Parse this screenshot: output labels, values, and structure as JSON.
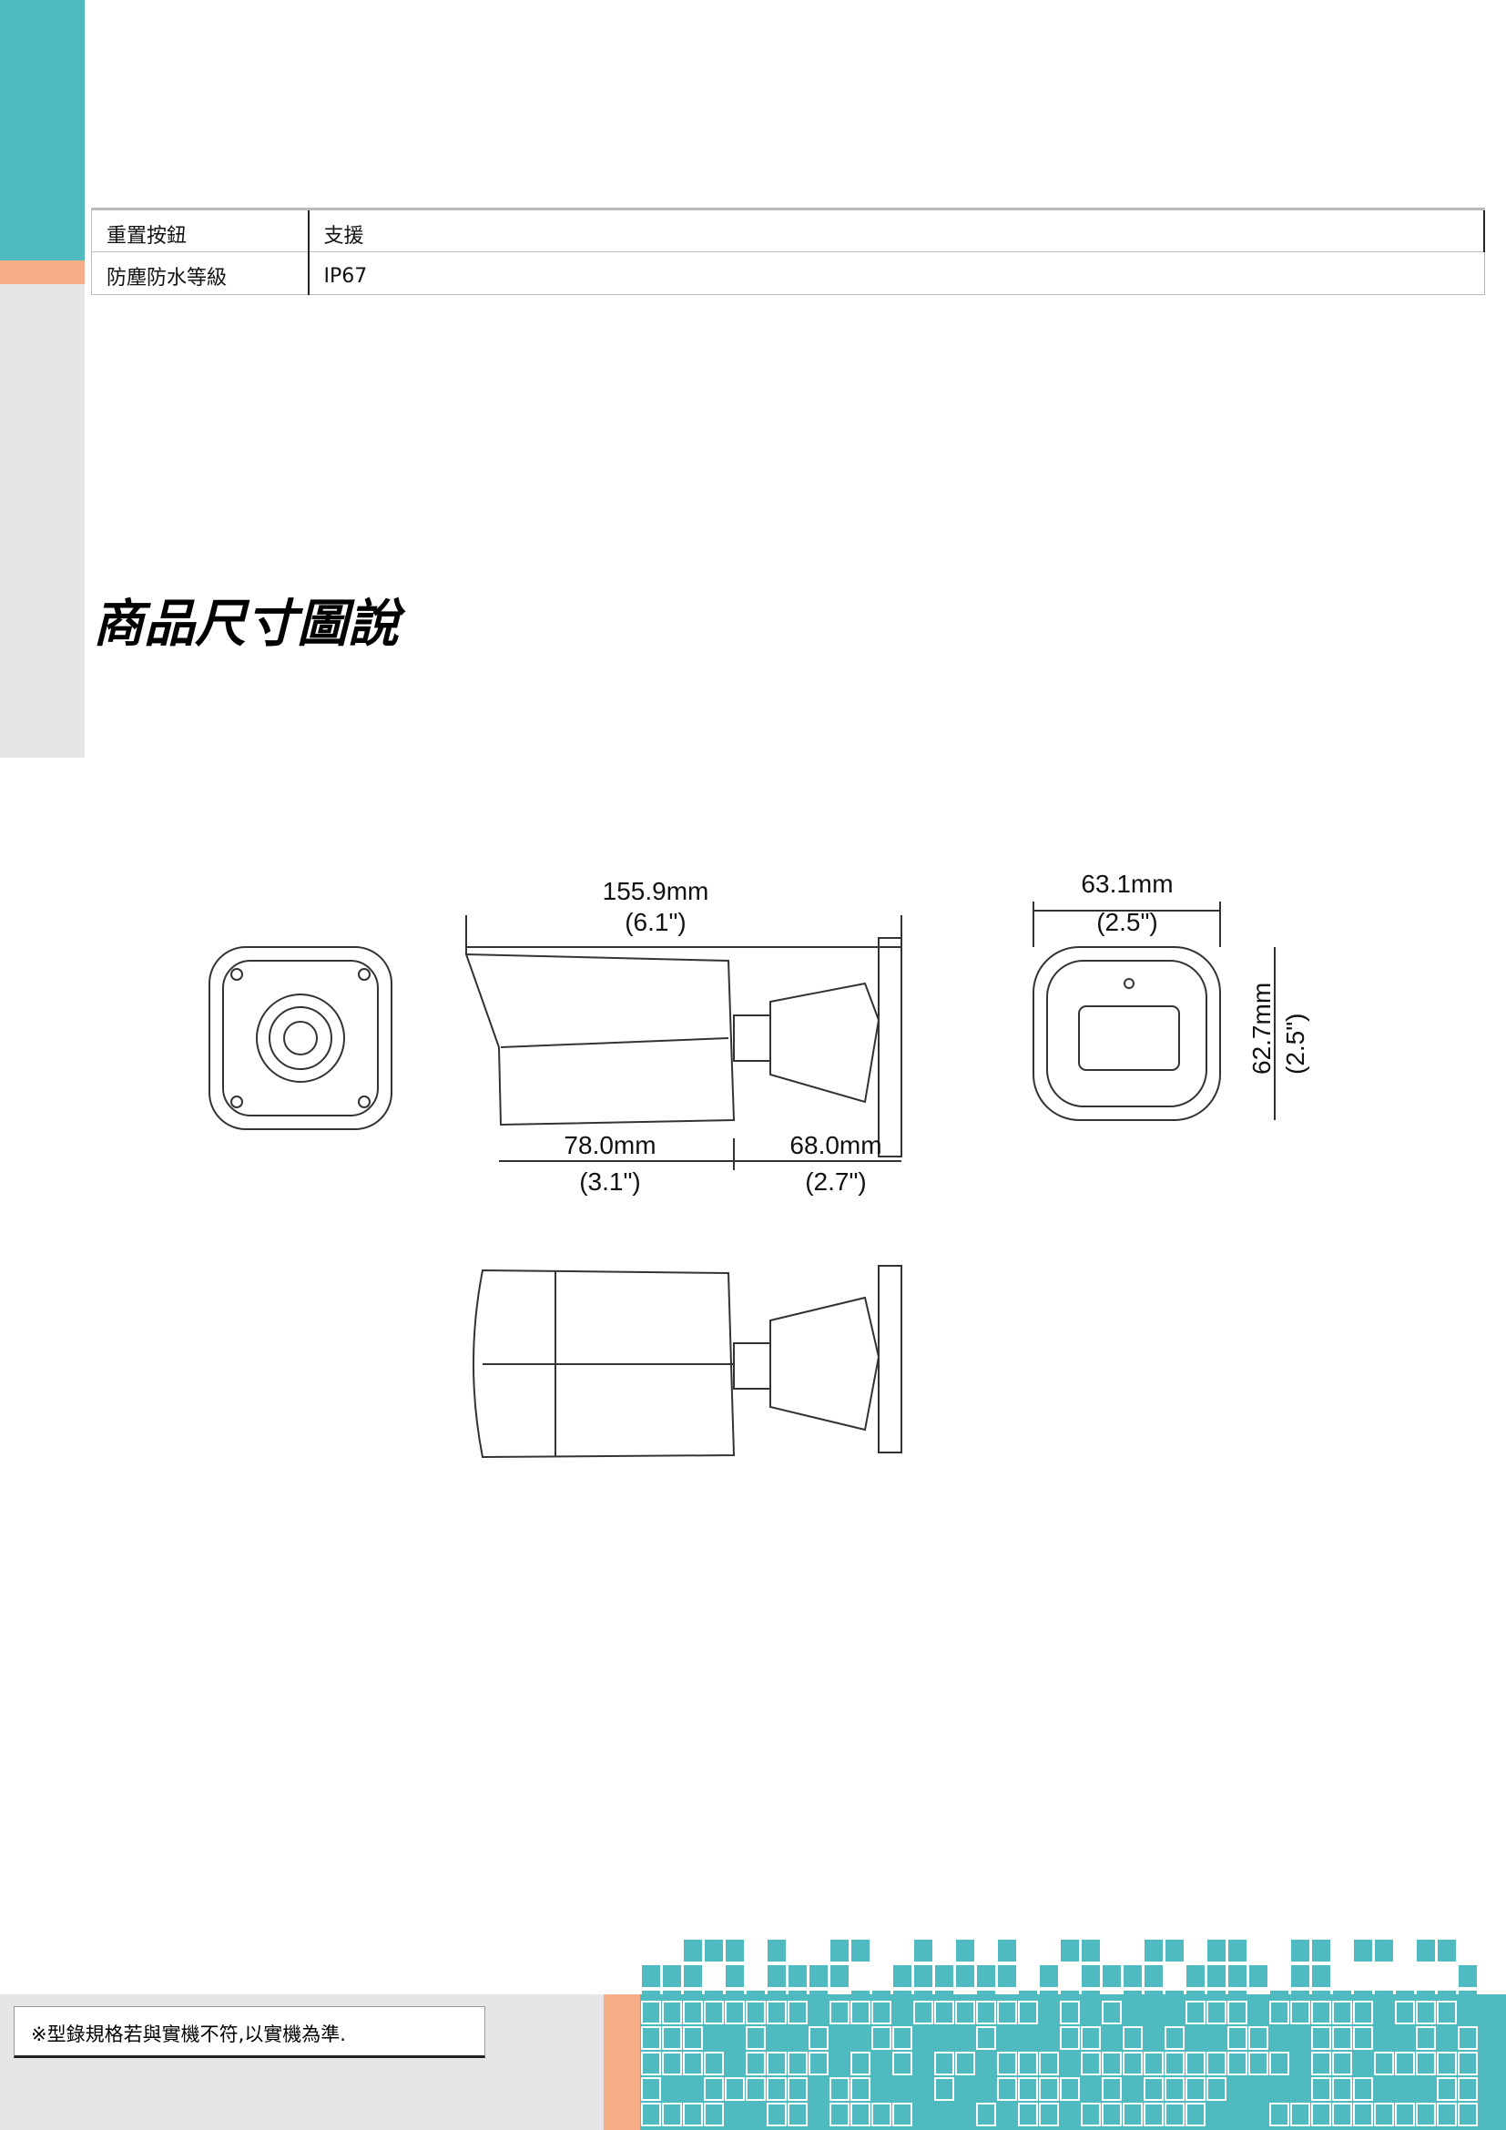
{
  "specs": [
    {
      "label": "重置按鈕",
      "value": "支援"
    },
    {
      "label": "防塵防水等級",
      "value": "IP67"
    }
  ],
  "section_title": "商品尺寸圖說",
  "dimensions": {
    "length": "155.9mm",
    "length_in": "(6.1\")",
    "width": "63.1mm",
    "width_in": "(2.5\")",
    "height": "62.7mm",
    "height_in": "(2.5\")",
    "body": "78.0mm",
    "body_in": "(3.1\")",
    "mount": "68.0mm",
    "mount_in": "(2.7\")"
  },
  "footer": {
    "note": "※型錄規格若與實機不符,以實機為準."
  },
  "colors": {
    "teal": "#4fbac0",
    "orange": "#f7ae88",
    "gray": "#e6e6e6"
  }
}
